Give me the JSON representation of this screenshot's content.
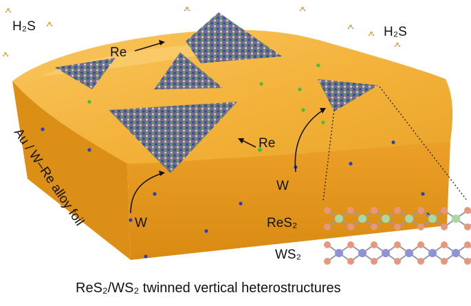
{
  "labels": {
    "h2s_left": "H₂S",
    "h2s_right": "H₂S",
    "re_top": "Re",
    "re_mid": "Re",
    "w_left": "W",
    "w_right": "W",
    "foil": "Au / W–Re alloy foil",
    "res2": "ReS₂",
    "ws2": "WS₂",
    "caption": "ReS₂/WS₂ twinned vertical heterostructures"
  },
  "colors": {
    "foil_top": "#f5b53a",
    "foil_side": "#e39a1e",
    "w_atom": "#2a3fb8",
    "re_atom": "#3fc23a",
    "s_atom": "#e8977a",
    "res2_metal": "#a9d9a0",
    "ws2_metal": "#8f93d6"
  }
}
